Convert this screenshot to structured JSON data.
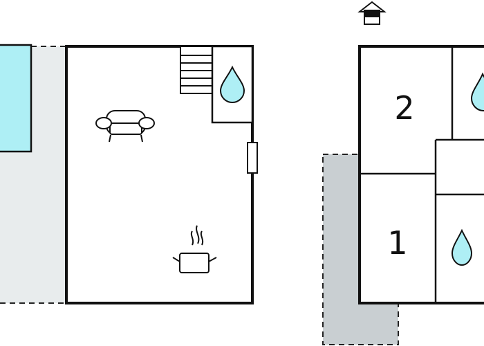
{
  "floor_plan": {
    "upper_floor": {
      "rooms": [
        {
          "label": "2",
          "type": "bedroom"
        },
        {
          "label": "1",
          "type": "bedroom"
        }
      ],
      "bathrooms": 2,
      "entrance_icon": "house-entrance-icon"
    },
    "ground_floor": {
      "icons": [
        "stairs-icon",
        "water-drop-icon",
        "sofa-icon",
        "cooking-pot-icon",
        "door-icon"
      ]
    },
    "colors": {
      "wall": "#111111",
      "pool": "#aeeff5",
      "terrace_light": "#e8eced",
      "terrace_dark": "#c9cfd2",
      "water": "#aeeff5",
      "background": "#ffffff"
    }
  }
}
